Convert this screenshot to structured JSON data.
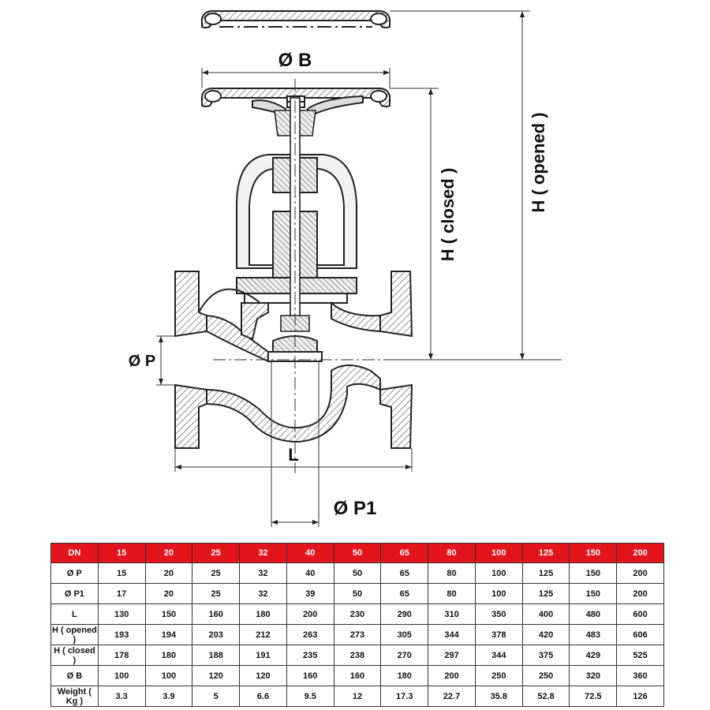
{
  "drawing": {
    "labels": {
      "diameter_b": "Ø B",
      "diameter_p": "Ø P",
      "diameter_p1": "Ø P1",
      "length": "L",
      "height_closed": "H ( closed )",
      "height_opened": "H ( opened )"
    },
    "colors": {
      "line": "#222222",
      "section_fill": "#d9d9d9",
      "hatch": "#555555"
    }
  },
  "table": {
    "header_color": "#e3141b",
    "header": [
      "DN",
      "15",
      "20",
      "25",
      "32",
      "40",
      "50",
      "65",
      "80",
      "100",
      "125",
      "150",
      "200"
    ],
    "rows": [
      [
        "Ø P",
        "15",
        "20",
        "25",
        "32",
        "40",
        "50",
        "65",
        "80",
        "100",
        "125",
        "150",
        "200"
      ],
      [
        "Ø P1",
        "17",
        "20",
        "25",
        "32",
        "39",
        "50",
        "65",
        "80",
        "100",
        "125",
        "150",
        "200"
      ],
      [
        "L",
        "130",
        "150",
        "160",
        "180",
        "200",
        "230",
        "290",
        "310",
        "350",
        "400",
        "480",
        "600"
      ],
      [
        "H ( opened )",
        "193",
        "194",
        "203",
        "212",
        "263",
        "273",
        "305",
        "344",
        "378",
        "420",
        "483",
        "606"
      ],
      [
        "H ( closed )",
        "178",
        "180",
        "188",
        "191",
        "235",
        "238",
        "270",
        "297",
        "344",
        "375",
        "429",
        "525"
      ],
      [
        "Ø B",
        "100",
        "100",
        "120",
        "120",
        "160",
        "160",
        "180",
        "200",
        "250",
        "250",
        "320",
        "360"
      ],
      [
        "Weight ( Kg )",
        "3.3",
        "3.9",
        "5",
        "6.6",
        "9.5",
        "12",
        "17.3",
        "22.7",
        "35.8",
        "52.8",
        "72.5",
        "126"
      ]
    ]
  }
}
